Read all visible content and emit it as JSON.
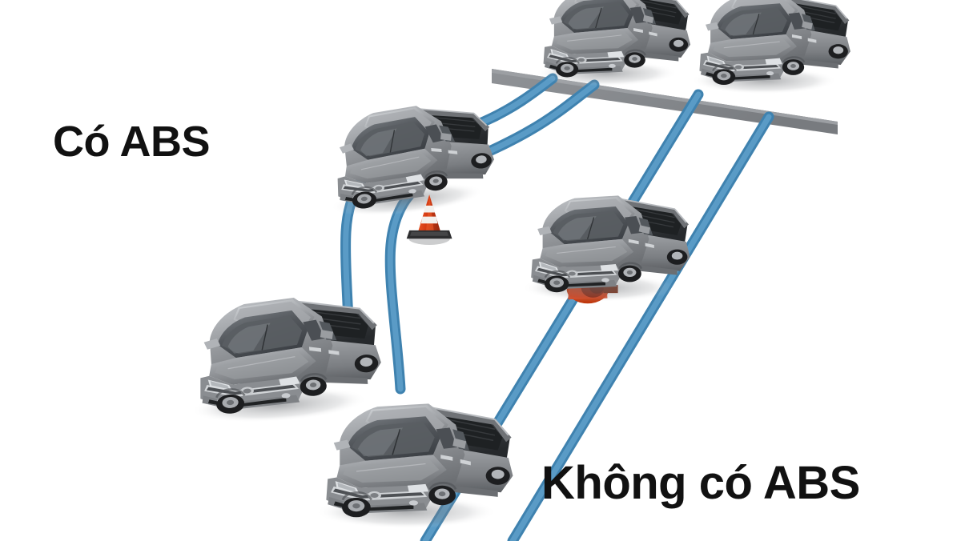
{
  "scene": {
    "title": "ABS vs No ABS emergency braking and obstacle avoidance diagram",
    "background_color": "#ffffff"
  },
  "labels": {
    "abs": "Có ABS",
    "no_abs": "Không có ABS"
  },
  "colors": {
    "track_blue": "#4b8fbd",
    "track_blue_dark": "#3a7ba6",
    "track_blue_light": "#6fa9cd",
    "stop_line_gray": "#8b8e92",
    "stop_line_gray_dark": "#76797d",
    "cone_orange": "#d93a17",
    "cone_orange_light": "#f05a2a",
    "cone_white": "#f2efec",
    "cone_base_dark": "#2a2a2c",
    "truck_body_light": "#b9bcc0",
    "truck_body_mid": "#8d9094",
    "truck_body_dark": "#63666a",
    "truck_shadow": "#4a4d51",
    "glass_dark": "#4e5256",
    "glass_light": "#9aa0a6",
    "tire_black": "#1f2022",
    "chrome": "#d8dbde",
    "text_black": "#111111"
  },
  "objects": {
    "stop_line": {
      "name": "stop-line",
      "description": "Gray horizontal stop marker bar across the top of the scene"
    },
    "cone": {
      "name": "traffic-cone",
      "state": "upright",
      "description": "Orange traffic cone with white reflective band, avoided by the ABS vehicle"
    },
    "crushed_cone": {
      "name": "crushed-cone",
      "state": "run-over",
      "description": "Flattened orange cone under the front of the non-ABS vehicle"
    }
  },
  "vehicles": [
    {
      "id": "abs-start",
      "label": "ABS vehicle start position",
      "lane": "abs",
      "stage": "start"
    },
    {
      "id": "abs-swerve",
      "label": "ABS vehicle swerving around the cone",
      "lane": "abs",
      "stage": "swerve"
    },
    {
      "id": "abs-stopped",
      "label": "ABS vehicle stopped at the line",
      "lane": "abs",
      "stage": "stopped"
    },
    {
      "id": "noabs-start",
      "label": "Non-ABS vehicle start position",
      "lane": "no-abs",
      "stage": "start"
    },
    {
      "id": "noabs-skid",
      "label": "Non-ABS vehicle skidding over the cone",
      "lane": "no-abs",
      "stage": "skid"
    },
    {
      "id": "noabs-overrun",
      "label": "Non-ABS vehicle overrunning the stop line",
      "lane": "no-abs",
      "stage": "overrun"
    }
  ],
  "tracks": [
    {
      "id": "abs-track-left",
      "lane": "abs",
      "shape": "curved",
      "description": "Left wheel track of the ABS vehicle, curving around the cone"
    },
    {
      "id": "abs-track-right",
      "lane": "abs",
      "shape": "curved",
      "description": "Right wheel track of the ABS vehicle, curving around the cone"
    },
    {
      "id": "noabs-track-left",
      "lane": "no-abs",
      "shape": "straight",
      "description": "Left wheel skid track of the non-ABS vehicle, running straight through"
    },
    {
      "id": "noabs-track-right",
      "lane": "no-abs",
      "shape": "straight",
      "description": "Right wheel skid track of the non-ABS vehicle, running straight through"
    }
  ]
}
